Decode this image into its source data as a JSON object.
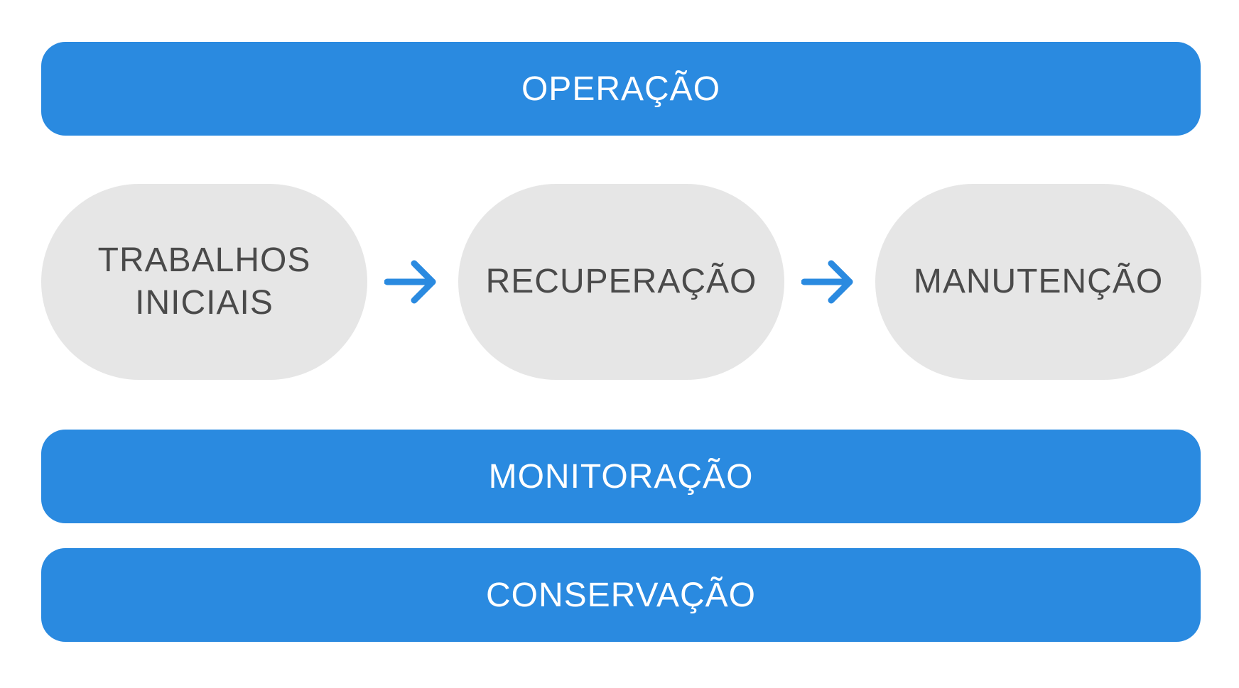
{
  "top_bar": {
    "label": "OPERAÇÃO"
  },
  "stages": [
    {
      "line1": "TRABALHOS",
      "line2": "INICIAIS"
    },
    {
      "line1": "RECUPERAÇÃO"
    },
    {
      "line1": "MANUTENÇÃO"
    }
  ],
  "middle_bar": {
    "label": "MONITORAÇÃO"
  },
  "bottom_bar": {
    "label": "CONSERVAÇÃO"
  },
  "icons": {
    "connector": "arrow-right-icon"
  },
  "colors": {
    "accent": "#2a8ae0",
    "stage_fill": "#e6e6e6",
    "stage_text": "#4a4a4a",
    "bar_text": "#ffffff"
  }
}
